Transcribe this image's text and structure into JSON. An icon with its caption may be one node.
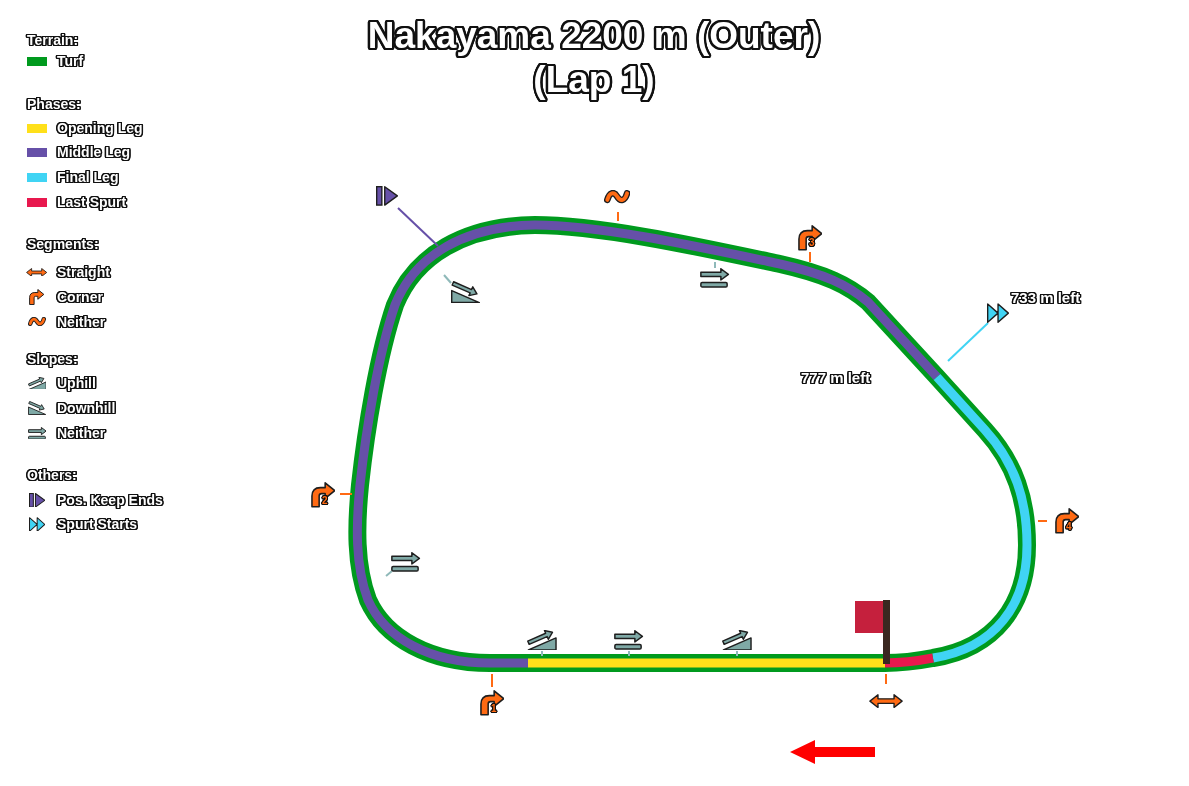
{
  "diagram": {
    "title": "Nakayama 2200 m (Outer) (Lap 1)",
    "labels": [
      "Terrain:",
      "Phases:",
      "Segments:",
      "Slopes:",
      "Others:",
      "3",
      "733 m left",
      "777 m left",
      "2",
      "4",
      "1"
    ],
    "legend": [
      {
        "text": "Turf",
        "color": "#009a1e"
      },
      {
        "text": "Opening Leg",
        "color": "#ffe01a"
      },
      {
        "text": "Middle Leg",
        "color": "#6650a8"
      },
      {
        "text": "Final Leg",
        "color": "#40d4f4"
      },
      {
        "text": "Last Spurt",
        "color": "#e8184e"
      },
      {
        "text": "Straight"
      },
      {
        "text": "Corner"
      },
      {
        "text": "Neither"
      },
      {
        "text": "Uphill"
      },
      {
        "text": "Downhill"
      },
      {
        "text": "Neither"
      },
      {
        "text": "Pos. Keep Ends"
      },
      {
        "text": "Spurt Starts"
      }
    ]
  }
}
